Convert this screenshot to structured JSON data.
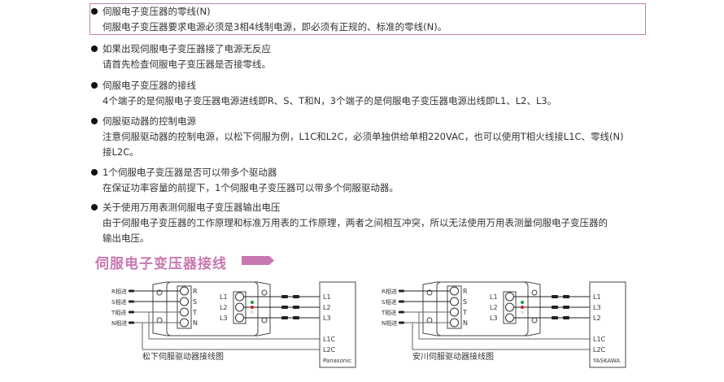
{
  "items": [
    {
      "title": "伺服电子变压器的零线(N)",
      "lines": [
        "伺服电子变压器要求电源必须是3相4线制电源，即必须有正规的、标准的零线(N)。"
      ]
    },
    {
      "title": "如果出现伺服电子变压器接了电源无反应",
      "lines": [
        "请首先检查伺服电子变压器是否接零线。"
      ]
    },
    {
      "title": "伺服电子变压器的接线",
      "lines": [
        "4个端子的是伺服电子变压器电源进线即R、S、T和N，3个端子的是伺服电子变压器电源出线即L1、L2、L3。"
      ]
    },
    {
      "title": "伺服驱动器的控制电源",
      "lines": [
        "注意伺服驱动器的控制电源，以松下伺服为例，L1C和L2C，必须单独供给单相220VAC，也可以使用T相火线接L1C、零线(N)",
        "接L2C。"
      ]
    },
    {
      "title": "1个伺服电子变压器是否可以带多个驱动器",
      "lines": [
        "在保证功率容量的前提下，1个伺服电子变压器可以带多个伺服驱动器。"
      ]
    },
    {
      "title": "关于使用万用表测伺服电子变压器输出电压",
      "lines": [
        "由于伺服电子变压器的工作原理和标准万用表的工作原理，两者之间相互冲突，所以无法使用万用表测量伺服电子变压器的",
        "输出电压。"
      ]
    }
  ],
  "section_title": "伺服电子变压器接线",
  "accent": "#c878b0",
  "diagrams": [
    {
      "caption": "松下伺服驱动器接线图",
      "brand": "Panasonic",
      "inputs": [
        "R相进",
        "S相进",
        "T相进",
        "N相进"
      ],
      "terminals": [
        "R",
        "S",
        "T",
        "N"
      ],
      "outputs": [
        "L1",
        "L2",
        "L3"
      ],
      "drive_terms": [
        "L1",
        "L2",
        "L3",
        "L1C",
        "L2C"
      ]
    },
    {
      "caption": "安川伺服驱动器接线图",
      "brand": "YASKAWA",
      "inputs": [
        "R相进",
        "S相进",
        "T相进",
        "N相进"
      ],
      "terminals": [
        "R",
        "S",
        "T",
        "N"
      ],
      "outputs": [
        "L1",
        "L2",
        "L3"
      ],
      "drive_terms": [
        "L1",
        "L3",
        "L2",
        "L1C",
        "L2C"
      ]
    }
  ]
}
